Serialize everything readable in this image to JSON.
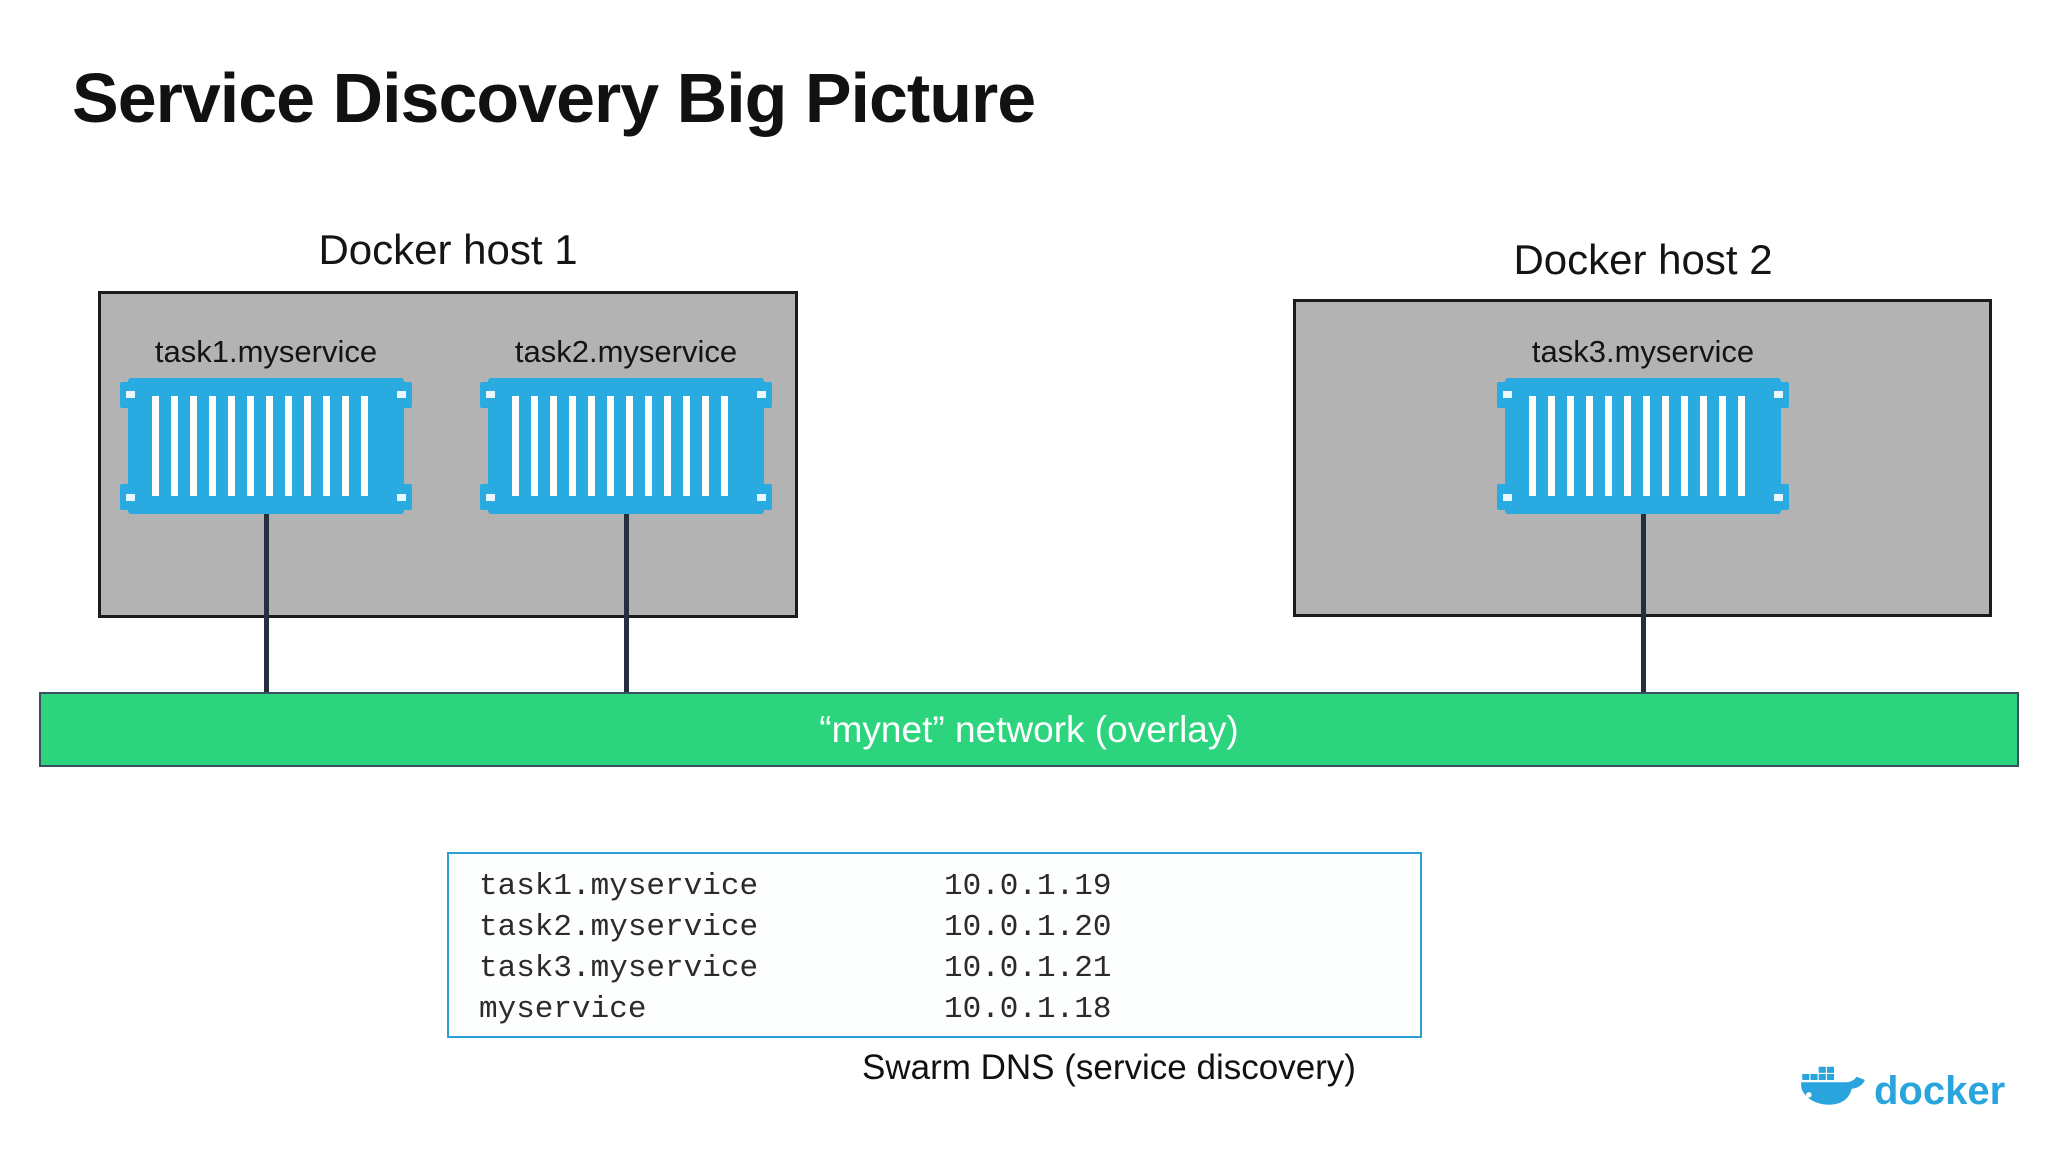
{
  "slide": {
    "title": "Service Discovery Big Picture"
  },
  "hosts": [
    {
      "label": "Docker host 1",
      "tasks": [
        {
          "label": "task1.myservice"
        },
        {
          "label": "task2.myservice"
        }
      ]
    },
    {
      "label": "Docker host 2",
      "tasks": [
        {
          "label": "task3.myservice"
        }
      ]
    }
  ],
  "network": {
    "label": "“mynet” network (overlay)"
  },
  "dns": {
    "rows": [
      {
        "name": "task1.myservice",
        "ip": "10.0.1.19"
      },
      {
        "name": "task2.myservice",
        "ip": "10.0.1.20"
      },
      {
        "name": "task3.myservice",
        "ip": "10.0.1.21"
      },
      {
        "name": "myservice",
        "ip": "10.0.1.18"
      }
    ],
    "caption": "Swarm DNS (service discovery)"
  },
  "branding": {
    "wordmark": "docker"
  },
  "colors": {
    "host_fill": "#b3b3b3",
    "host_border": "#1c1c1c",
    "container_blue": "#29abe2",
    "network_green": "#2bd47d",
    "network_border": "#3a4f60",
    "connector": "#262f3d",
    "dns_border": "#2d9fd3",
    "docker_blue": "#2aa4dc"
  }
}
